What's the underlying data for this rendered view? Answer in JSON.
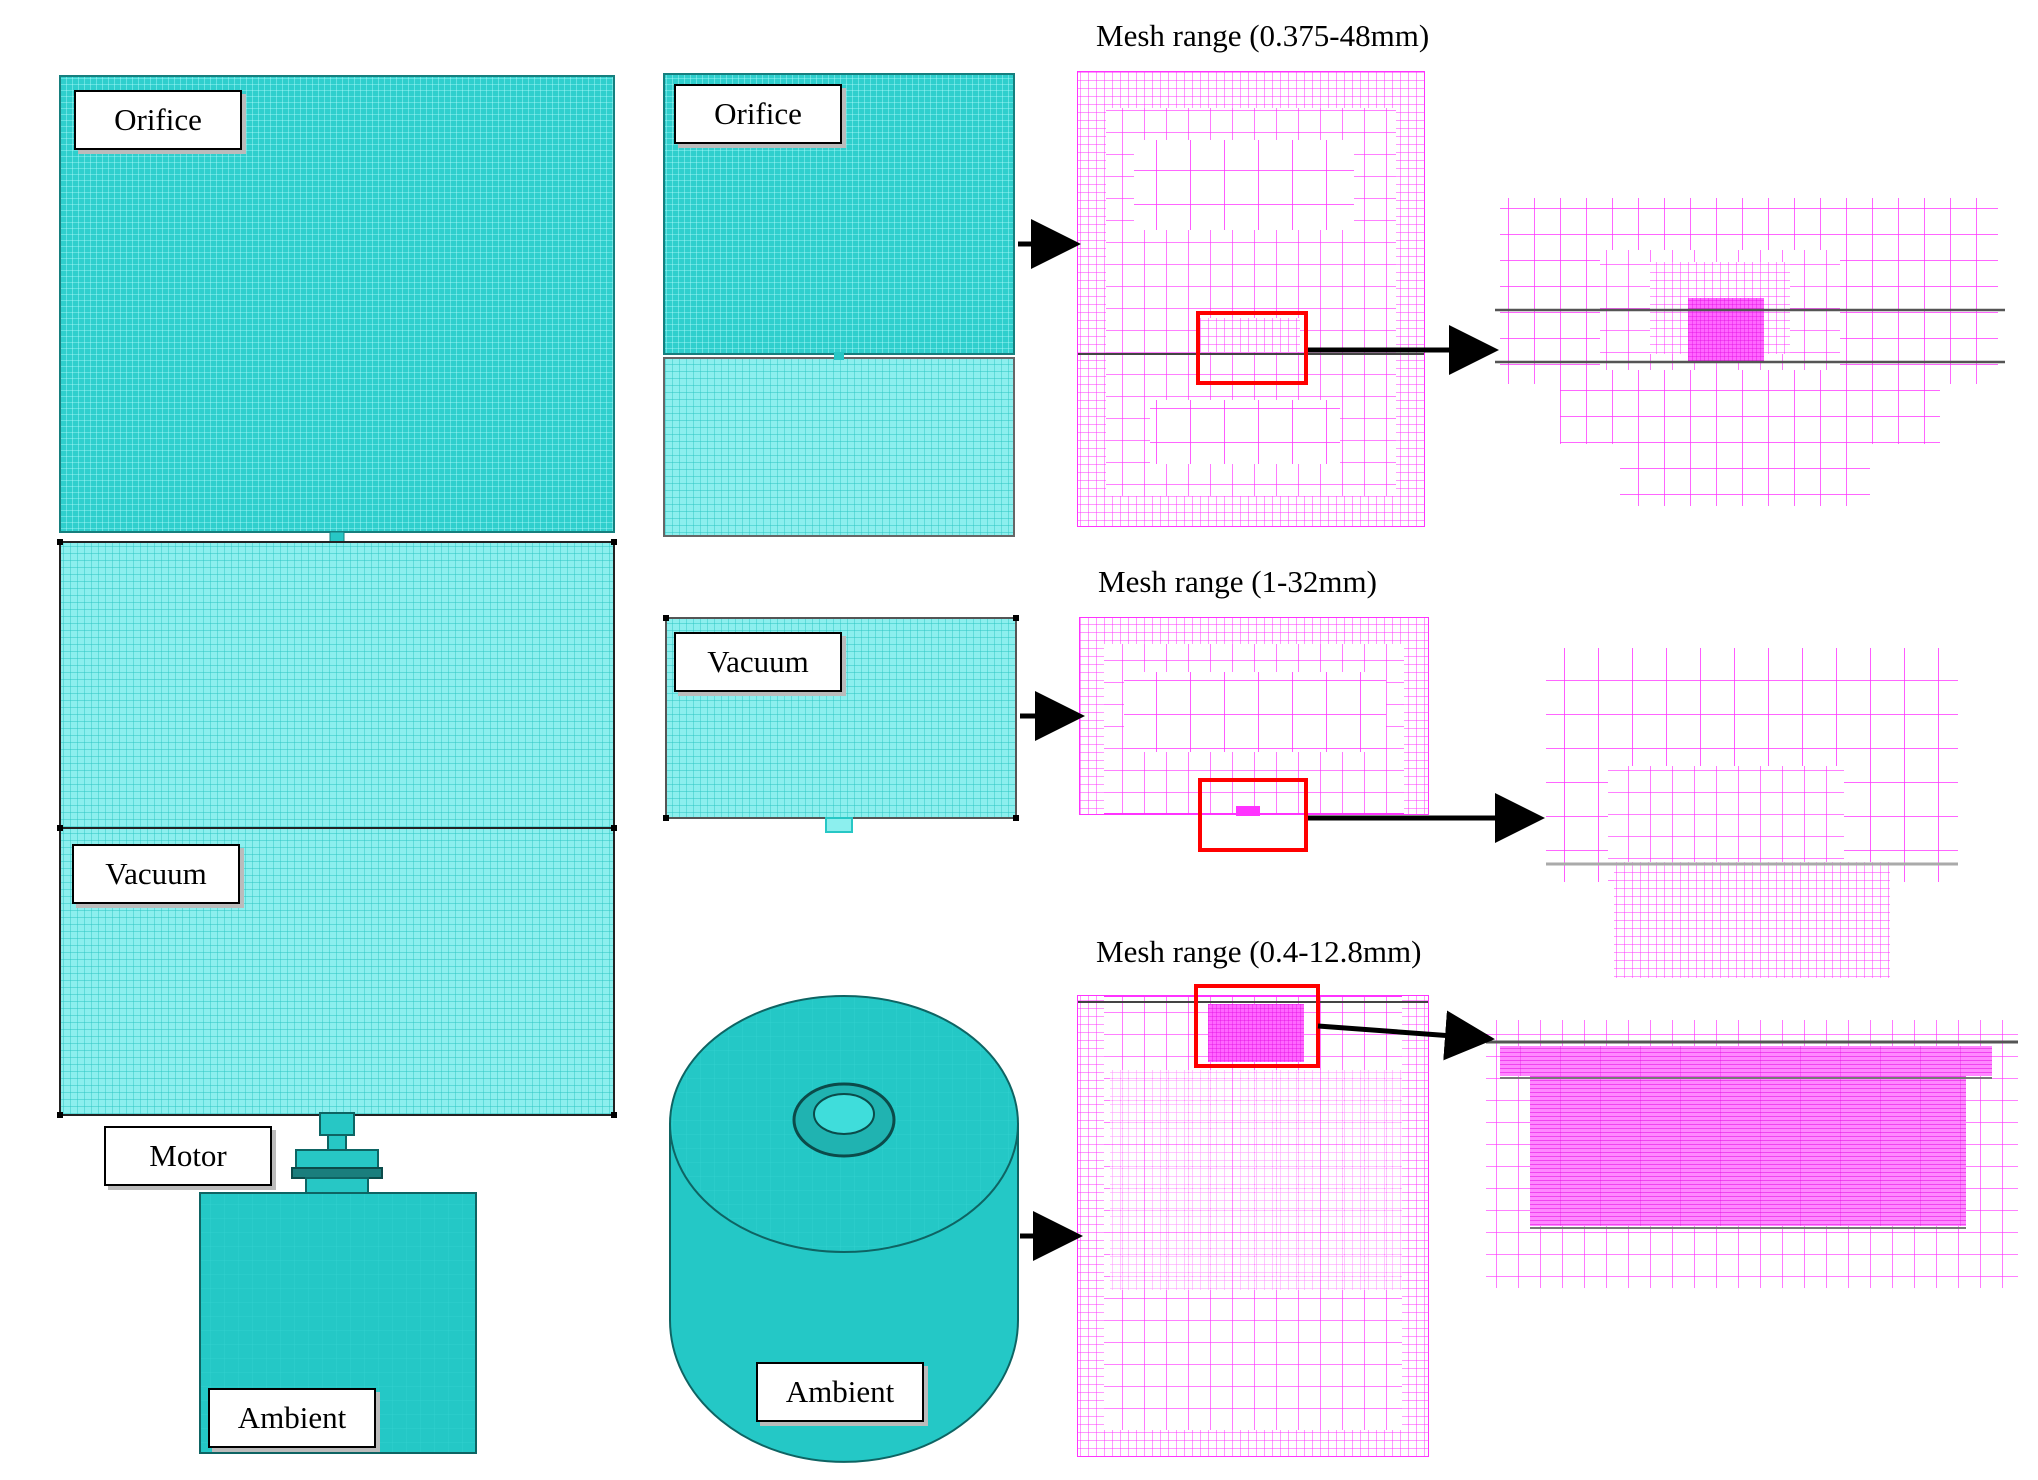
{
  "colors": {
    "cyan_fill": "#27c7c5",
    "cyan_light": "#8ff0ef",
    "mesh_magenta": "#ff33ff",
    "highlight_red": "#ff0000",
    "arrow": "#000000"
  },
  "left_column": {
    "orifice_label": "Orifice",
    "vacuum_label": "Vacuum",
    "motor_label": "Motor",
    "ambient_label": "Ambient"
  },
  "rows": [
    {
      "domain_label": "Orifice",
      "mesh_caption": "Mesh range  (0.375-48mm)"
    },
    {
      "domain_label": "Vacuum",
      "mesh_caption": "Mesh range  (1-32mm)"
    },
    {
      "domain_label": "Ambient",
      "mesh_caption": "Mesh range  (0.4-12.8mm)"
    }
  ],
  "icons": [
    "arrow-right-icon",
    "zoom-box-icon"
  ]
}
